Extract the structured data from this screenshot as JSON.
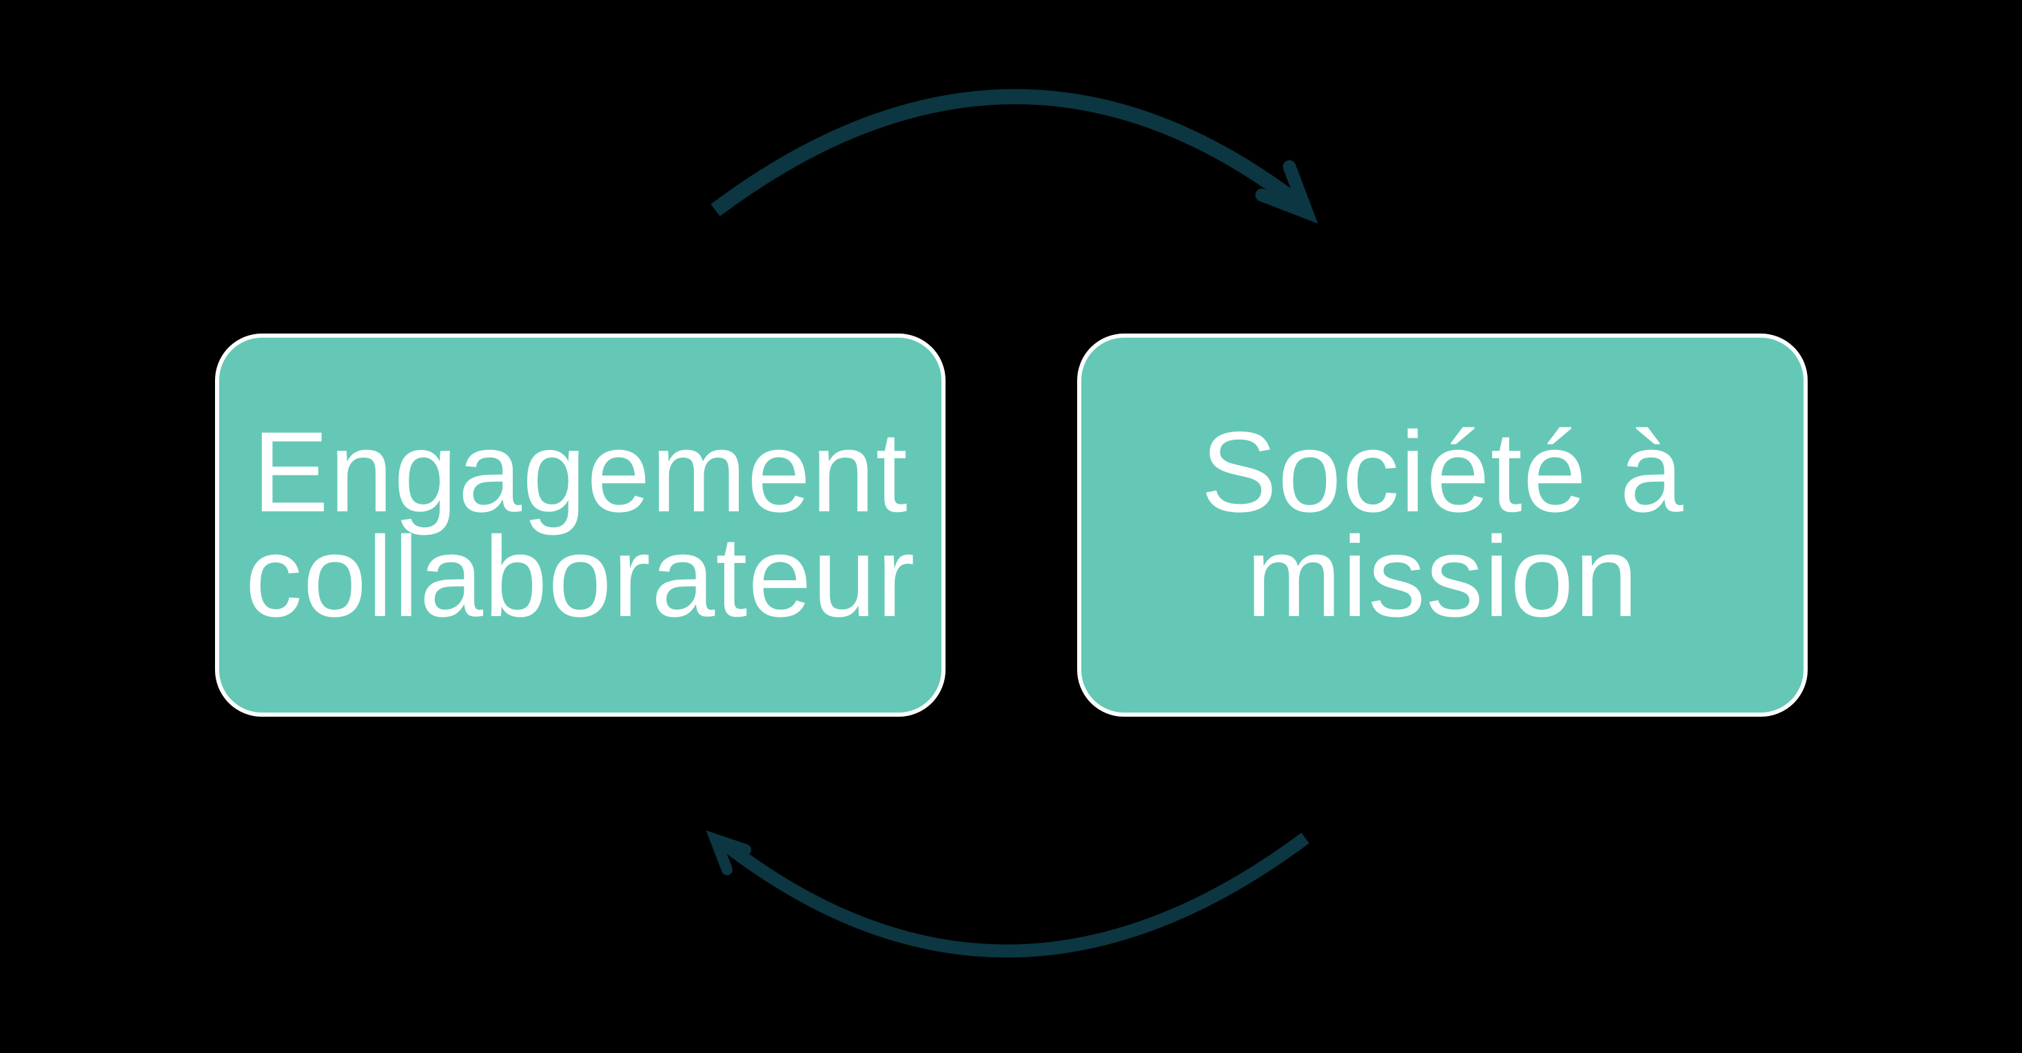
{
  "colors": {
    "canvas-bg": "#000000",
    "node-fill": "#65c8b6",
    "node-border": "#ffffff",
    "node-text": "#ffffff",
    "arrow": "#0c3641"
  },
  "diagram": {
    "type": "cycle",
    "nodes": [
      {
        "id": "engagement-collaborateur",
        "label": "Engagement collaborateur",
        "lines": [
          "Engagement",
          "collaborateur"
        ]
      },
      {
        "id": "societe-a-mission",
        "label": "Société à mission",
        "lines": [
          "Société à",
          "mission"
        ]
      }
    ],
    "connectors": [
      {
        "id": "top-arc-arrow",
        "icon": "arc-arrow-right-icon",
        "from": "engagement-collaborateur",
        "to": "societe-a-mission",
        "direction": "left-to-right"
      },
      {
        "id": "bottom-arc-arrow",
        "icon": "arc-arrow-left-icon",
        "from": "societe-a-mission",
        "to": "engagement-collaborateur",
        "direction": "right-to-left"
      }
    ]
  }
}
